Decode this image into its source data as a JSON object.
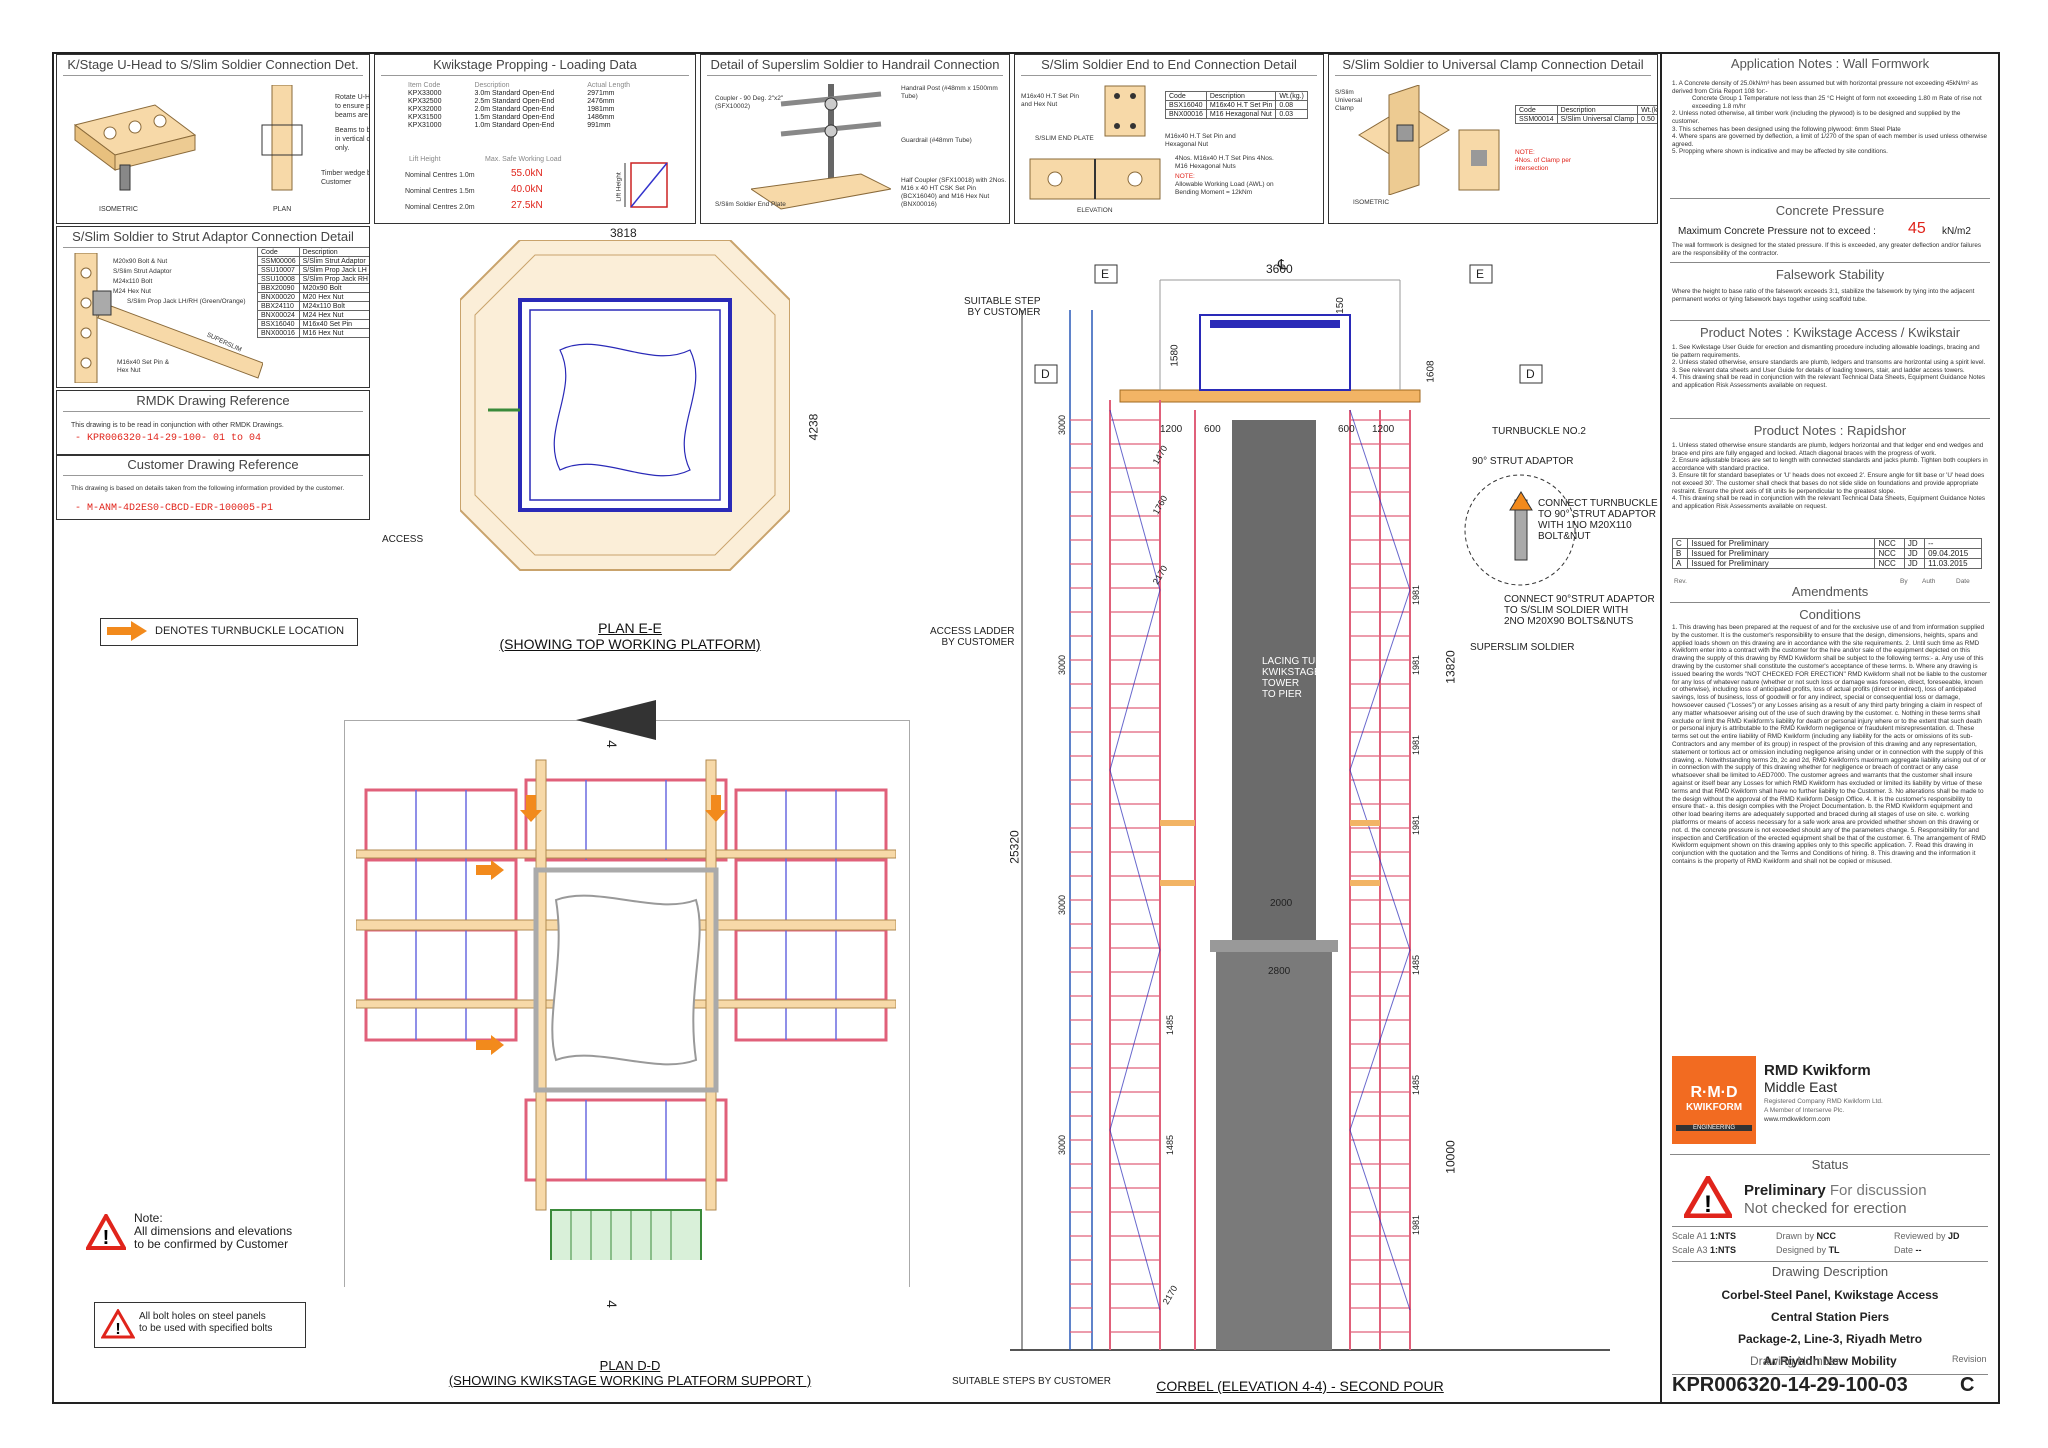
{
  "panels": {
    "uhead": {
      "title": "K/Stage U-Head to S/Slim Soldier Connection Det.",
      "notes": [
        "Rotate U-Head",
        "to ensure primary",
        "beams are central.",
        "Beams to be used",
        "in vertical orientation",
        "only."
      ],
      "wedge": "Timber wedge by Customer",
      "isometric": "ISOMETRIC",
      "plan": "PLAN"
    },
    "loading": {
      "title": "Kwikstage Propping - Loading Data",
      "headers": [
        "Item Code",
        "Description",
        "Actual Length"
      ],
      "rows": [
        [
          "KPX33000",
          "3.0m Standard Open-End",
          "2971mm"
        ],
        [
          "KPX32500",
          "2.5m Standard Open-End",
          "2476mm"
        ],
        [
          "KPX32000",
          "2.0m Standard Open-End",
          "1981mm"
        ],
        [
          "KPX31500",
          "1.5m Standard Open-End",
          "1486mm"
        ],
        [
          "KPX31000",
          "1.0m Standard Open-End",
          "991mm"
        ]
      ],
      "lift_header": "Lift Height",
      "swl_header": "Max. Safe Working Load",
      "loads": [
        [
          "Nominal Centres 1.0m",
          "55.0kN"
        ],
        [
          "Nominal Centres 1.5m",
          "40.0kN"
        ],
        [
          "Nominal Centres 2.0m",
          "27.5kN"
        ]
      ],
      "lift_label": "Lift Height"
    },
    "handrail": {
      "title": "Detail of Superslim Soldier to Handrail Connection",
      "notes": [
        "Handrail Post (#48mm x 1500mm Tube)",
        "Coupler - 90 Deg. 2\"x2\" (SFX10002)",
        "Guardrail (#48mm Tube)",
        "Half Coupler (SFX10018) with 2Nos. M16 x 40 HT CSK Set Pin (BCX16040) and M16 Hex Nut (BNX00016)",
        "S/Slim Soldier End Plate"
      ]
    },
    "endtoend": {
      "title": "S/Slim Soldier End to End Connection Detail",
      "pin_note": "M16x40 H.T Set Pin and Hex Nut",
      "endplate": "S/SLIM END PLATE",
      "headers": [
        "Code",
        "Description",
        "Wt.(kg.)"
      ],
      "rows": [
        [
          "BSX16040",
          "M16x40 H.T Set Pin",
          "0.08"
        ],
        [
          "BNX00016",
          "M16 Hexagonal Nut",
          "0.03"
        ]
      ],
      "pin_note2": "M16x40 H.T Set Pin and Hexagonal Nut",
      "qty": "4Nos. M16x40 H.T Set Pins 4Nos. M16 Hexagonal Nuts",
      "note_label": "NOTE:",
      "note": "Allowable Working Load (AWL) on Bending Moment = 12kNm",
      "elevation": "ELEVATION"
    },
    "clamp": {
      "title": "S/Slim Soldier to Universal Clamp Connection Detail",
      "clamp_label": "S/Slim Universal Clamp",
      "headers": [
        "Code",
        "Description",
        "Wt.(kg.)"
      ],
      "rows": [
        [
          "SSM00014",
          "S/Slim Universal Clamp",
          "0.50"
        ]
      ],
      "note_label": "NOTE:",
      "note": "4Nos. of Clamp per intersection",
      "isometric": "ISOMETRIC"
    },
    "strut": {
      "title": "S/Slim Soldier to Strut Adaptor Connection Detail",
      "labels": [
        "M20x90 Bolt & Nut",
        "S/Slim Strut Adaptor",
        "M24x110 Bolt",
        "M24 Hex Nut",
        "S/Slim Prop Jack LH/RH (Green/Orange)",
        "M16x40 Set Pin & Hex Nut",
        "SUPERSLIM"
      ],
      "headers": [
        "Code",
        "Description"
      ],
      "rows": [
        [
          "SSM00006",
          "S/Slim Strut Adaptor"
        ],
        [
          "SSU10007",
          "S/Slim Prop Jack LH"
        ],
        [
          "SSU10008",
          "S/Slim Prop Jack RH"
        ],
        [
          "BBX20090",
          "M20x90 Bolt"
        ],
        [
          "BNX00020",
          "M20 Hex Nut"
        ],
        [
          "BBX24110",
          "M24x110 Bolt"
        ],
        [
          "BNX00024",
          "M24 Hex Nut"
        ],
        [
          "BSX16040",
          "M16x40 Set Pin"
        ],
        [
          "BNX00016",
          "M16 Hex Nut"
        ]
      ]
    },
    "rmdk_ref": {
      "title": "RMDK Drawing Reference",
      "text": "This drawing is to be read in conjunction with other RMDK Drawings.",
      "ref": "- KPR006320-14-29-100- 01 to 04"
    },
    "cust_ref": {
      "title": "Customer Drawing Reference",
      "text": "This drawing is based on details taken from the following information provided by the customer.",
      "ref": "- M-ANM-4D2ES0-CBCD-EDR-100005-P1"
    }
  },
  "legend": {
    "turnbuckle": "DENOTES TURNBUCKLE LOCATION",
    "arrow_color": "#f28a1c"
  },
  "plan_ee": {
    "dim_top": "3818",
    "dim_right": "4238",
    "access": "ACCESS",
    "title": "PLAN E-E",
    "subtitle": "(SHOWING TOP WORKING PLATFORM)"
  },
  "plan_dd": {
    "section_top": "4",
    "section_bottom": "4",
    "title": "PLAN D-D",
    "subtitle": "(SHOWING KWIKSTAGE WORKING PLATFORM SUPPORT )"
  },
  "notes": {
    "note1_title": "Note:",
    "note1": [
      "All dimensions and elevations",
      "to be confirmed by Customer"
    ],
    "note2": [
      "All bolt holes on steel panels",
      "to be used with specified bolts"
    ]
  },
  "elevation": {
    "title": "CORBEL (ELEVATION 4-4) - SECOND POUR",
    "centerline": "℄",
    "sec_e": "E",
    "sec_d": "D",
    "dim_3600": "3600",
    "dim_150": "150",
    "dim_1580": "1580",
    "dim_1608": "1608",
    "dim_1200": "1200",
    "dim_600": "600",
    "lift": "3000",
    "dim_25320": "25320",
    "dim_13820": "13820",
    "dim_10000": "10000",
    "dim_2000": "2000",
    "dim_2800": "2800",
    "dims_inner": [
      "1470",
      "1760",
      "2170",
      "1981",
      "1981",
      "1981",
      "1981",
      "1485",
      "1485",
      "1485",
      "1485",
      "1981",
      "2170"
    ],
    "step": [
      "SUITABLE STEP",
      "BY CUSTOMER"
    ],
    "ladder": [
      "ACCESS LADDER",
      "BY CUSTOMER"
    ],
    "steps_bottom": "SUITABLE STEPS BY CUSTOMER",
    "pier": [
      "LACING TUBE",
      "KWIKSTAGE",
      "TOWER",
      "TO PIER"
    ],
    "turnbuckle": "TURNBUCKLE NO.2",
    "strut": "90° STRUT ADAPTOR",
    "connect1": [
      "CONNECT TURNBUCKLE",
      "TO 90° STRUT ADAPTOR",
      "WITH 1NO M20X110",
      "BOLT&NUT"
    ],
    "connect2": [
      "CONNECT 90°STRUT ADAPTOR",
      "TO S/SLIM SOLDIER WITH",
      "2NO M20X90 BOLTS&NUTS"
    ],
    "soldier": "SUPERSLIM SOLDIER"
  },
  "right": {
    "app_title": "Application Notes : Wall Formwork",
    "app_notes": [
      "1. A Concrete density of 25.0kN/m³ has been assumed but with horizontal pressure not exceeding 45kN/m² as derived from Ciria Report 108 for:-",
      "Concrete Group 1   Temperature not less than 25 °C   Height of form not exceeding 1.80 m   Rate of rise not exceeding 1.8 m/hr",
      "2. Unless noted otherwise, all timber work (including the plywood) is to be designed and supplied by the customer.",
      "3. This schemes has been designed using the following plywood: 6mm Steel Plate",
      "4. Where spans are governed by deflection, a limit of 1/270 of the span of each member is used unless otherwise agreed.",
      "5. Propping where shown is indicative and may be affected by site conditions."
    ],
    "cp_title": "Concrete Pressure",
    "cp_label": "Maximum Concrete Pressure not to exceed :",
    "cp_value": "45",
    "cp_unit": "kN/m2",
    "cp_note": "The wall formwork is designed for the stated pressure. If this is exceeded, any greater deflection and/or failures are the responsibility of the contractor.",
    "fw_title": "Falsework Stability",
    "fw_note": "Where the height to base ratio of the falsework exceeds 3:1, stabilize the falsework by tying into the adjacent permanent works or tying falsework bays together using scaffold tube.",
    "pk_title": "Product Notes : Kwikstage Access / Kwikstair",
    "pk_notes": [
      "1. See Kwikstage User Guide for erection and dismantling procedure including allowable loadings, bracing and tie pattern requirements.",
      "2. Unless stated otherwise, ensure standards are plumb, ledgers and transoms are horizontal using a spirit level.",
      "3. See relevant data sheets and User Guide for details of loading towers, stair, and ladder access towers.",
      "4. This drawing shall be read in conjunction with the relevant Technical Data Sheets, Equipment Guidance Notes and application Risk Assessments available on request."
    ],
    "pr_title": "Product Notes : Rapidshor",
    "pr_notes": [
      "1. Unless stated otherwise ensure standards are plumb, ledgers horizontal and that ledger end end wedges and brace end pins are fully engaged and locked. Attach diagonal braces with the progress of work.",
      "2. Ensure adjustable braces are set to length with connected standards and jacks plumb. Tighten both couplers in accordance with standard practice.",
      "3. Ensure tilt for standard baseplates or 'U' heads does not exceed 2'. Ensure angle for tilt base or 'U' head does not exceed 30'. The customer shall check that bases do not slide slide on foundations and provide appropriate restraint. Ensure the pivot axis of tilt units lie perpendicular to the greatest slope.",
      "4. This drawing shall be read in conjunction with the relevant Technical Data Sheets, Equipment Guidance Notes and application Risk Assessments available on request."
    ],
    "revisions": [
      [
        "C",
        "Issued for Preliminary",
        "NCC",
        "JD",
        "--"
      ],
      [
        "B",
        "Issued for Preliminary",
        "NCC",
        "JD",
        "09.04.2015"
      ],
      [
        "A",
        "Issued for Preliminary",
        "NCC",
        "JD",
        "11.03.2015"
      ]
    ],
    "rev_headers": [
      "Rev.",
      "By",
      "Auth",
      "Date"
    ],
    "amend_title": "Amendments",
    "cond_title": "Conditions",
    "conditions": "1. This drawing has been prepared at the request of and for the exclusive use of and from information supplied by the customer. It is the customer's responsibility to ensure that the design, dimensions, heights, spans and applied loads shown on this drawing are in accordance with the site requirements. 2. Until such time as RMD Kwikform enter into a contract with the customer for the hire and/or sale of the equipment depicted on this drawing the supply of this drawing by RMD Kwikform shall be subject to the following terms:- a. Any use of this drawing by the customer shall constitute the customer's acceptance of these terms. b. Where any drawing is issued bearing the words \"NOT CHECKED FOR ERECTION\" RMD Kwikform shall not be liable to the customer for any loss of whatever nature (whether or not such loss or damage was foreseen, direct, foreseeable, known or otherwise), including loss of anticipated profits, loss of actual profits (direct or indirect), loss of anticipated savings, loss of business, loss of goodwill or for any indirect, special or consequential loss or damage, howsoever caused (\"Losses\") or any Losses arising as a result of any third party bringing a claim in respect of any matter whatsoever arising out of the use of such drawing by the customer. c. Nothing in these terms shall exclude or limit the RMD Kwikform's liability for death or personal injury where or to the extent that such death or personal injury is attributable to the RMD Kwikform negligence or fraudulent misrepresentation. d. These terms set out the entire liability of RMD Kwikform (including any liability for the acts or omissions of its sub-Contractors and any member of its group) in respect of the provision of this drawing and any representation, statement or tortious act or omission including negligence arising under or in connection with the supply of this drawing. e. Notwithstanding terms 2b, 2c and 2d, RMD Kwikform's maximum aggregate liability arising out of or in connection with the supply of this drawing whether for negligence or breach of contract or any case whatsoever shall be limited to AED7000. The customer agrees and warrants that the customer shall insure against or itself bear any Losses for which RMD Kwikform has excluded or limited its liability by virtue of these terms and that RMD Kwikform shall have no further liability to the Customer. 3. No alterations shall be made to the design without the approval of the RMD Kwikform Design Office. 4. It is the customer's responsibility to ensure that:- a. this design complies with the Project Documentation. b. the RMD Kwikform equipment and other load bearing items are adequately supported and braced during all stages of use on site. c. working platforms or means of access necessary for a safe work area are provided whether shown on this drawing or not. d. the concrete pressure is not exceeded should any of the parameters change. 5. Responsibility for and inspection and Certification of the erected equipment shall be that of the customer. 6. The arrangement of RMD Kwikform equipment shown on this drawing applies only to this specific application. 7. Read this drawing in conjunction with the quotation and the Terms and Conditions of hiring. 8. This drawing and the information it contains is the property of RMD Kwikform and shall not be copied or misused.",
    "company": {
      "name": "RMD Kwikform",
      "region": "Middle East",
      "reg": "Registered Company RMD Kwikform Ltd.",
      "member": "A Member of Interserve Plc.",
      "web": "www.rmdkwikform.com",
      "logo_top": "R·M·D",
      "logo_mid": "KWIKFORM",
      "logo_bot": "ENGINEERING",
      "brand_color": "#f26b21"
    },
    "status_title": "Status",
    "status1": "Preliminary",
    "status1b": "For discussion",
    "status2": "Not checked for erection",
    "scale_a1": "Scale A1",
    "scale_a1_v": "1:NTS",
    "scale_a3": "Scale A3",
    "scale_a3_v": "1:NTS",
    "drawn_by": "Drawn by",
    "drawn_by_v": "NCC",
    "designed_by": "Designed by",
    "designed_by_v": "TL",
    "reviewed_by": "Reviewed by",
    "reviewed_by_v": "JD",
    "date": "Date",
    "date_v": "--",
    "desc_title": "Drawing Description",
    "desc": [
      "Corbel-Steel Panel, Kwikstage Access",
      "Central Station Piers",
      "Package-2, Line-3, Riyadh Metro",
      "Ar Riyadh New Mobility"
    ],
    "dn_title": "Drawing Number",
    "dn": "KPR006320-14-29-100-03",
    "rev_title": "Revision",
    "rev": "C"
  }
}
